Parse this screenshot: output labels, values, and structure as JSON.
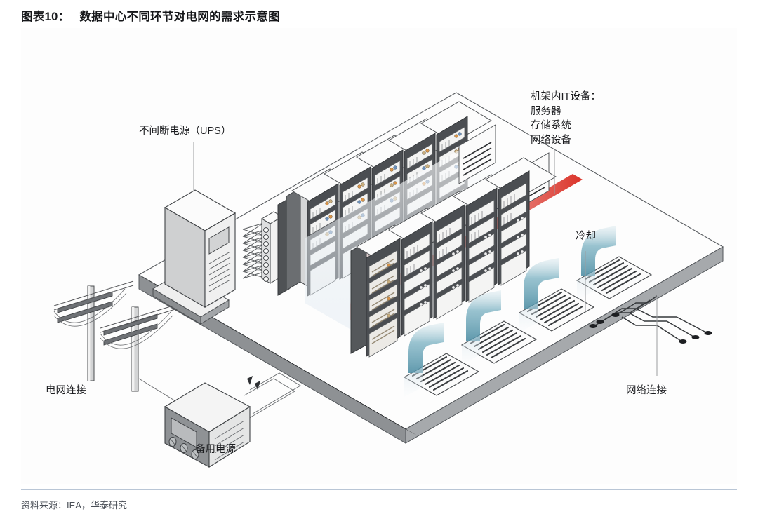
{
  "header": {
    "figure_number": "图表10：",
    "title": "数据中心不同环节对电网的需求示意图",
    "rule_color": "#8fa8c8"
  },
  "figure": {
    "kind": "isometric-diagram",
    "subject": "数据中心不同环节对电网的需求示意图",
    "background": "#fdfdfd",
    "labels": {
      "ups": "不间断电源（UPS）",
      "it_equipment_title": "机架内IT设备：",
      "it_equipment_line2": "服务器",
      "it_equipment_line3": "存储系统",
      "it_equipment_line4": "网络设备",
      "cooling": "冷却",
      "grid_connection": "电网连接",
      "backup_power": "备用电源",
      "network_connection": "网络连接"
    },
    "components": {
      "utility_poles": 2,
      "ups_cabinet": 1,
      "power_distribution_ports": 8,
      "backup_generator": 1,
      "generator_knobs": 3,
      "back_rack_row": 6,
      "front_rack_row": 5,
      "floor_grilles": 4,
      "cooling_airflow_arcs": 4,
      "hot_air_bands": 2,
      "ceiling_return_vents": 2,
      "network_cables": 6
    },
    "colors": {
      "hot_air": "#d9281e",
      "hot_air_soft": "#e9897f",
      "cool_air": "#4f8ea4",
      "rack_frame": "#4b4e52",
      "rack_panel": "#f2f2f1",
      "floor_slab": "#fafafa",
      "floor_edge": "#8a8d90",
      "cabinet_body": "#e8e8e7",
      "cabinet_side": "#9c9fa2",
      "outline": "#3b3d40",
      "cable_connector_orange": "#d8944a",
      "cable_connector_blue": "#6d90b8",
      "cable_connector_tan": "#c9ae7e"
    }
  },
  "footer": {
    "source": "资料来源：IEA，华泰研究",
    "rule_color": "#b9c6d6"
  }
}
